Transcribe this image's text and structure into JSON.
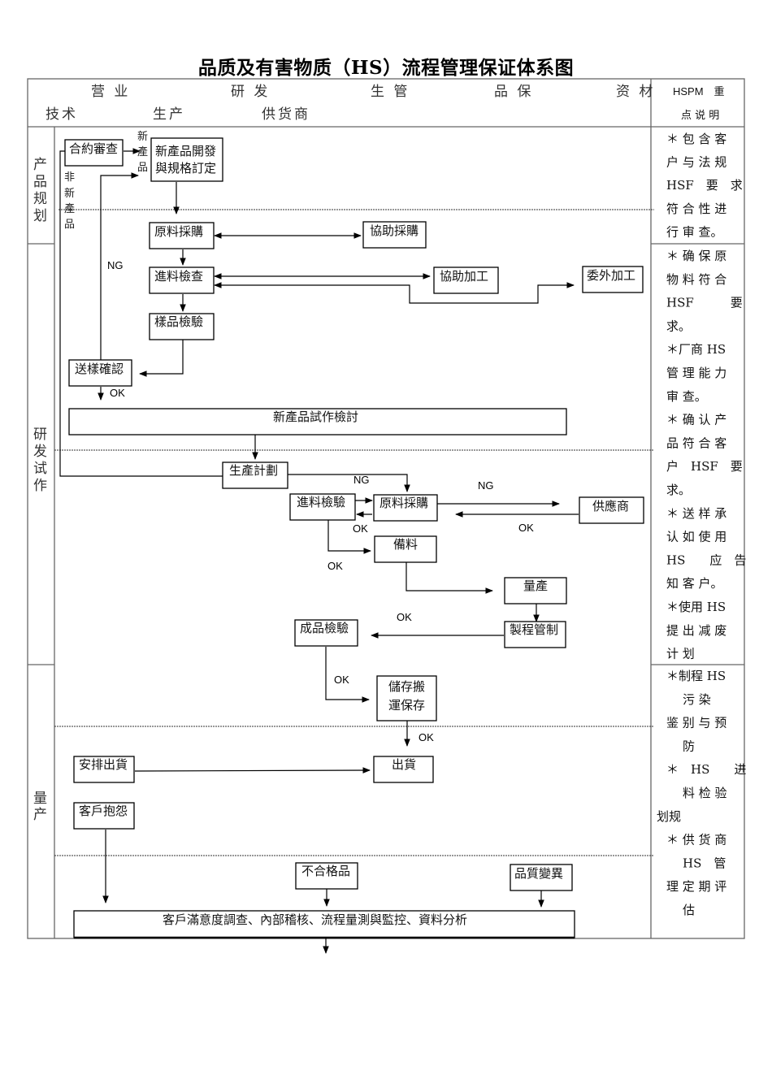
{
  "title": "品质及有害物质（HS）流程管理保证体系图",
  "header": {
    "departments_row1": [
      "营 业",
      "研 发",
      "生 管",
      "品 保",
      "资 材"
    ],
    "departments_row2": [
      "技术",
      "生产",
      "供货商"
    ],
    "notes_header_line1": "HSPM　重",
    "notes_header_line2": "点 说 明"
  },
  "lanes": [
    {
      "id": "product-planning",
      "label": [
        "产",
        "品",
        "规",
        "划"
      ]
    },
    {
      "id": "rd-trial",
      "label": [
        "研",
        "发",
        "试",
        "作"
      ]
    },
    {
      "id": "mass-production",
      "label": [
        "量",
        "产"
      ]
    }
  ],
  "nodes": {
    "contract_review": "合約審查",
    "new_product_dev": [
      "新產品開發",
      "與規格訂定"
    ],
    "raw_purchase": "原料採購",
    "assist_purchase": "協助採購",
    "incoming_check": "進料檢查",
    "assist_processing": "協助加工",
    "outsourced_processing": "委外加工",
    "sample_inspection": "樣品檢驗",
    "sample_confirmation": "送樣確認",
    "trial_review": "新產品試作檢討",
    "production_plan": "生產計劃",
    "incoming_inspection": "進料檢驗",
    "raw_purchase_2": "原料採購",
    "supplier": "供應商",
    "material_prep": "備料",
    "mass_production": "量產",
    "process_control": "製程管制",
    "final_inspection": "成品檢驗",
    "storage": [
      "儲存搬",
      "運保存"
    ],
    "arrange_shipment": "安排出貨",
    "shipment": "出貨",
    "customer_complaint": "客戶抱怨",
    "nonconforming": "不合格品",
    "quality_variation": "品質變異",
    "analysis": "客戶滿意度調查、內部稽核、流程量測與監控、資料分析"
  },
  "edge_labels": {
    "new_product": [
      "新",
      "產",
      "品"
    ],
    "non_new_product": [
      "非",
      "新",
      "產",
      "品"
    ],
    "ng": "NG",
    "ok": "OK"
  },
  "notes": {
    "section1": [
      "＊ 包 含 客",
      "户 与 法 规",
      "HSF　要　求",
      "符 合 性 进",
      "行 审 查。"
    ],
    "section2": [
      "＊ 确 保 原",
      "物 料 符 合",
      "HSF　　　要",
      "求。",
      "＊厂商 HS",
      "管 理 能 力",
      "审 查。",
      "＊ 确 认 产",
      "品 符 合 客",
      "户　HSF　要",
      "求。",
      "＊ 送 样 承",
      "认 如 使 用",
      "HS　　应　告",
      "知 客 户。",
      "＊使用 HS",
      "提 出 减 废",
      "计 划"
    ],
    "section3": [
      "＊制程 HS",
      "污 染",
      "鉴 别 与 预",
      "防",
      "＊　HS　　进",
      "料 检 验",
      "划规",
      "＊ 供 货 商",
      "HS　管",
      "理 定 期 评",
      "估"
    ]
  }
}
